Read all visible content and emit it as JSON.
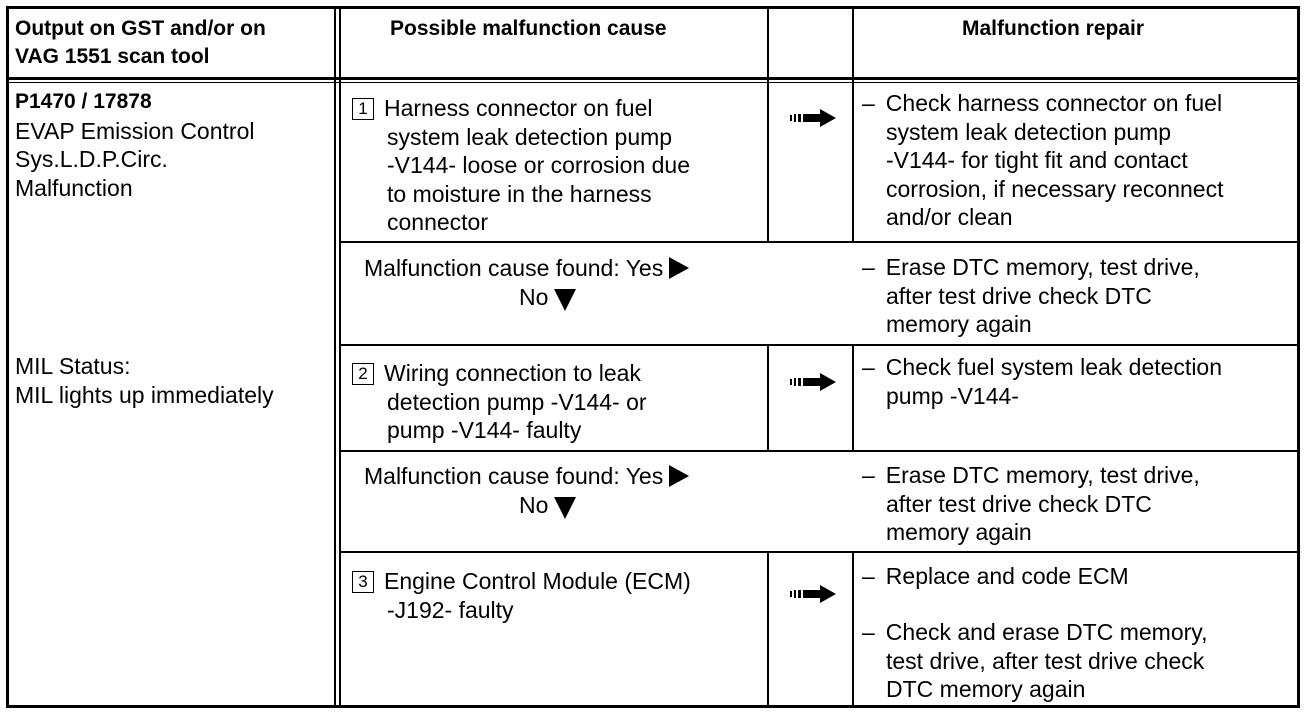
{
  "header": {
    "col1": [
      "Output on GST and/or on",
      "VAG 1551 scan tool"
    ],
    "col2": "Possible malfunction cause",
    "col3": "Malfunction repair"
  },
  "dtc": {
    "code": "P1470 / 17878",
    "lines": [
      "EVAP Emission Control",
      "Sys.L.D.P.Circ.",
      "Malfunction"
    ],
    "mil_lines": [
      "MIL Status:",
      "MIL lights up immediately"
    ]
  },
  "steps": [
    {
      "number": "1",
      "cause_lines": [
        "Harness connector on fuel",
        "system leak detection pump",
        "-V144- loose or corrosion due",
        "to moisture in the harness",
        "connector"
      ],
      "repair_lines": [
        "Check harness connector on fuel",
        "system leak detection pump",
        "-V144- for tight fit and contact",
        "corrosion, if necessary reconnect",
        "and/or clean"
      ]
    },
    {
      "number": "2",
      "cause_lines": [
        "Wiring connection to leak",
        "detection pump -V144- or",
        "pump -V144- faulty"
      ],
      "repair_lines": [
        "Check fuel system leak detection",
        "pump -V144-"
      ]
    },
    {
      "number": "3",
      "cause_lines": [
        "Engine Control Module (ECM)",
        "-J192- faulty"
      ],
      "repair_lines": [
        "Replace and code ECM"
      ],
      "repair2_lines": [
        "Check and erase DTC memory,",
        "test drive, after test drive check",
        "DTC memory again"
      ]
    }
  ],
  "found": {
    "yes_label": "Malfunction cause found: Yes",
    "no_label": "No",
    "repair_lines": [
      "Erase DTC memory, test drive,",
      "after test drive check DTC",
      "memory again"
    ]
  },
  "dash": "–"
}
